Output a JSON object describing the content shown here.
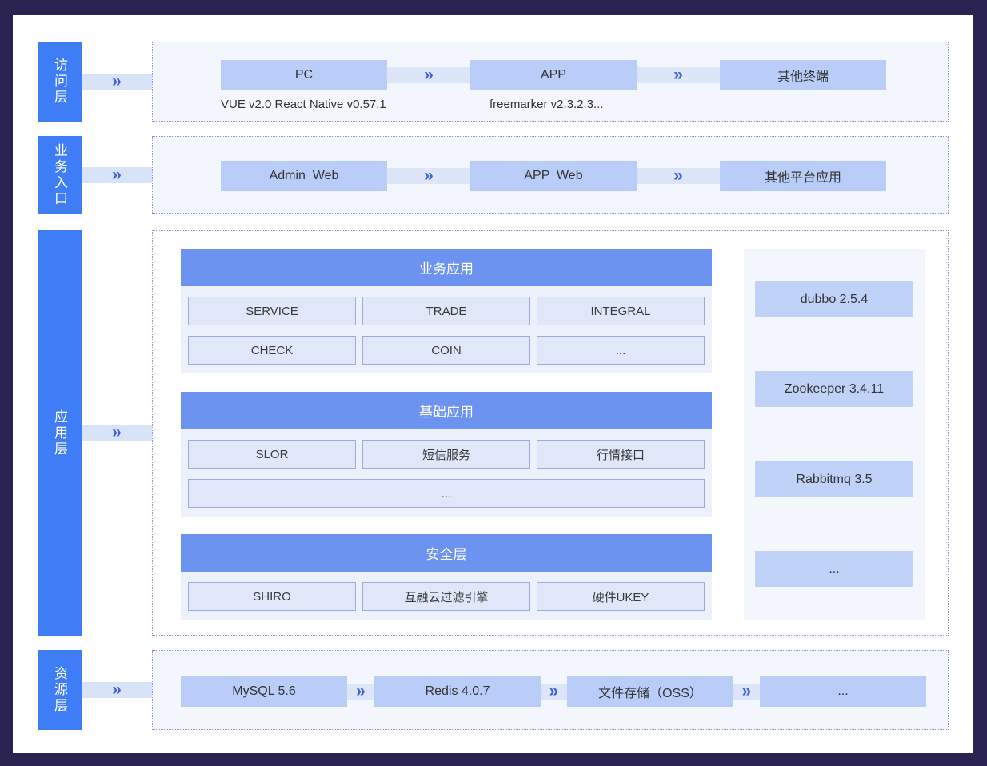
{
  "ui": {
    "chevron": "»"
  },
  "colors": {
    "frame_background": "#2b2452",
    "accent_blue": "#3f7df6",
    "section_header_blue": "#6d93f0",
    "box_blue": "#b9cdf8",
    "chevron_blue": "#3a5ede",
    "panel_background": "#f3f6fd"
  },
  "layers": {
    "access": {
      "label": "访问层",
      "boxes": [
        "PC",
        "APP",
        "其他终端"
      ],
      "notes": [
        "VUE v2.0 React Native v0.57.1",
        "freemarker v2.3.2.3..."
      ]
    },
    "entry": {
      "label": "业务入口",
      "boxes": [
        "Admin  Web",
        "APP  Web",
        "其他平台应用"
      ]
    },
    "application": {
      "label": "应用层",
      "sections": [
        {
          "title": "业务应用",
          "cells": [
            "SERVICE",
            "TRADE",
            "INTEGRAL",
            "CHECK",
            "COIN",
            "..."
          ]
        },
        {
          "title": "基础应用",
          "cells": [
            "SLOR",
            "短信服务",
            "行情接口"
          ],
          "wide_cell": "..."
        },
        {
          "title": "安全层",
          "cells": [
            "SHIRO",
            "互融云过滤引擎",
            "硬件UKEY"
          ]
        }
      ],
      "middleware": [
        "dubbo 2.5.4",
        "Zookeeper 3.4.11",
        "Rabbitmq 3.5",
        "..."
      ]
    },
    "resource": {
      "label": "资源层",
      "boxes": [
        "MySQL 5.6",
        "Redis 4.0.7",
        "文件存储（OSS）",
        "..."
      ]
    }
  }
}
